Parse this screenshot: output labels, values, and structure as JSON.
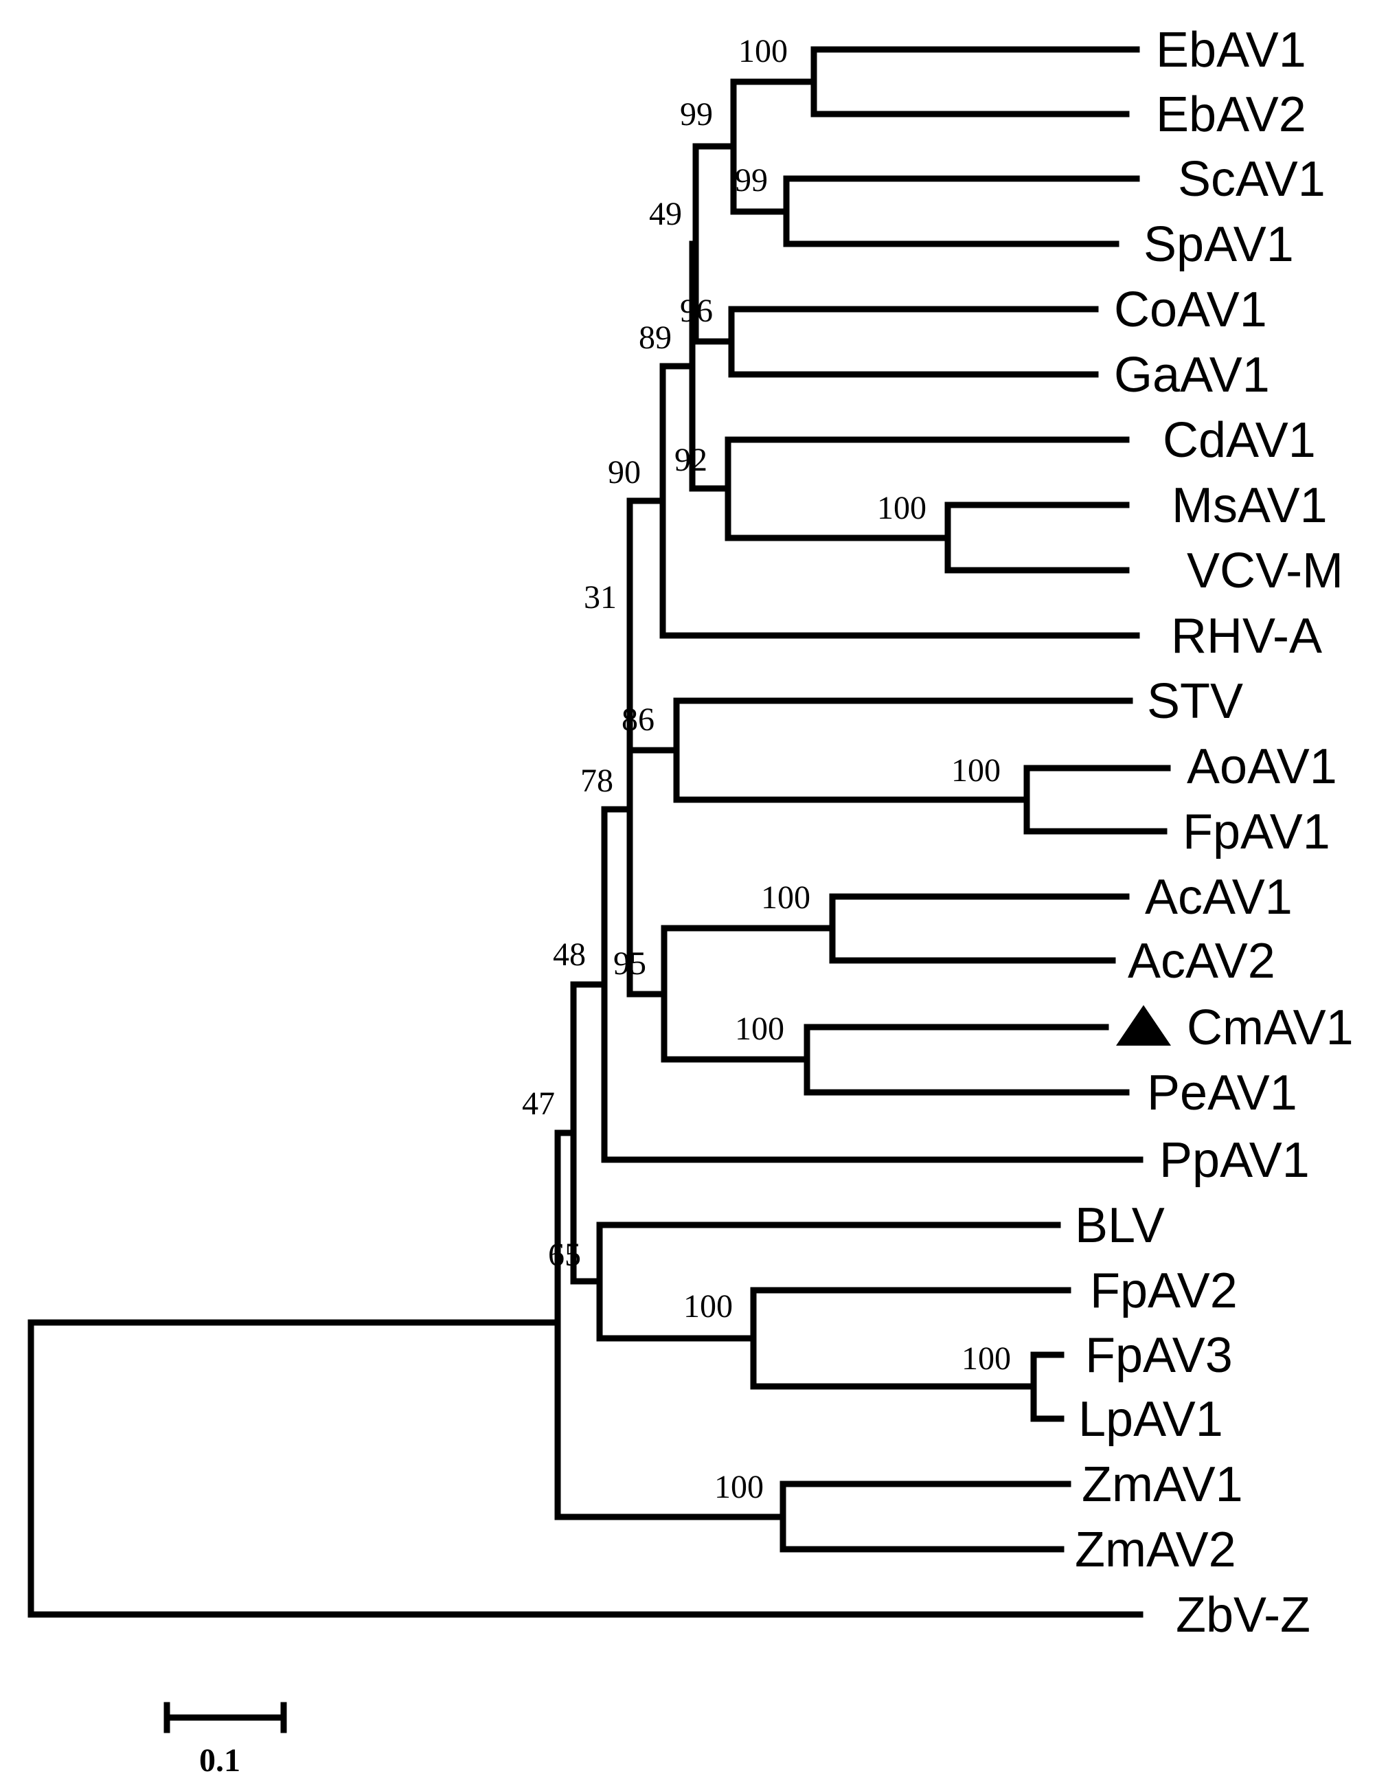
{
  "tree": {
    "taxa": [
      {
        "name": "EbAV1"
      },
      {
        "name": "EbAV2"
      },
      {
        "name": "ScAV1"
      },
      {
        "name": "SpAV1"
      },
      {
        "name": "CoAV1"
      },
      {
        "name": "GaAV1"
      },
      {
        "name": "CdAV1"
      },
      {
        "name": "MsAV1"
      },
      {
        "name": "VCV-M"
      },
      {
        "name": "RHV-A"
      },
      {
        "name": "STV"
      },
      {
        "name": "AoAV1"
      },
      {
        "name": "FpAV1"
      },
      {
        "name": "AcAV1"
      },
      {
        "name": "AcAV2"
      },
      {
        "name": "CmAV1",
        "marker": "filled-triangle"
      },
      {
        "name": "PeAV1"
      },
      {
        "name": "PpAV1"
      },
      {
        "name": "BLV"
      },
      {
        "name": "FpAV2"
      },
      {
        "name": "FpAV3"
      },
      {
        "name": "LpAV1"
      },
      {
        "name": "ZmAV1"
      },
      {
        "name": "ZmAV2"
      },
      {
        "name": "ZbV-Z"
      }
    ],
    "bootstrap_support": [
      "100",
      "99",
      "99",
      "49",
      "96",
      "89",
      "92",
      "90",
      "100",
      "31",
      "86",
      "100",
      "78",
      "100",
      "48",
      "95",
      "100",
      "47",
      "65",
      "100",
      "100",
      "100"
    ]
  },
  "scale_bar": {
    "label": "0.1",
    "value": 0.1
  }
}
